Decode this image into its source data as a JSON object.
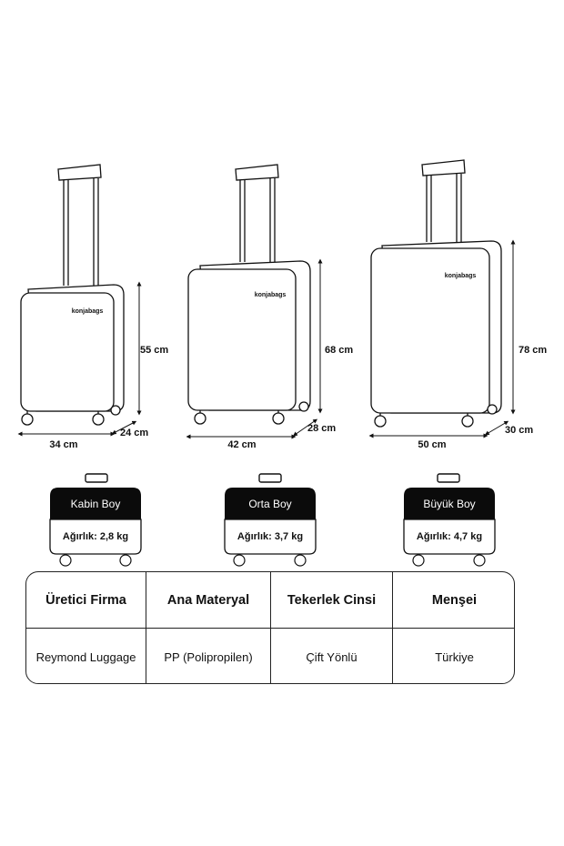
{
  "brand": "konjabags",
  "suitcases": [
    {
      "height_label": "55 cm",
      "width_label": "34 cm",
      "depth_label": "24 cm"
    },
    {
      "height_label": "68 cm",
      "width_label": "42 cm",
      "depth_label": "28 cm"
    },
    {
      "height_label": "78 cm",
      "width_label": "50 cm",
      "depth_label": "30 cm"
    }
  ],
  "tags": [
    {
      "title": "Kabin Boy",
      "weight": "Ağırlık: 2,8 kg"
    },
    {
      "title": "Orta Boy",
      "weight": "Ağırlık: 3,7 kg"
    },
    {
      "title": "Büyük Boy",
      "weight": "Ağırlık: 4,7 kg"
    }
  ],
  "specs": {
    "headers": [
      "Üretici Firma",
      "Ana Materyal",
      "Tekerlek Cinsi",
      "Menşei"
    ],
    "values": [
      "Reymond Luggage",
      "PP (Polipropilen)",
      "Çift Yönlü",
      "Türkiye"
    ]
  },
  "colors": {
    "ink": "#111111",
    "tag_header": "#0b0b0b",
    "background": "#ffffff"
  }
}
